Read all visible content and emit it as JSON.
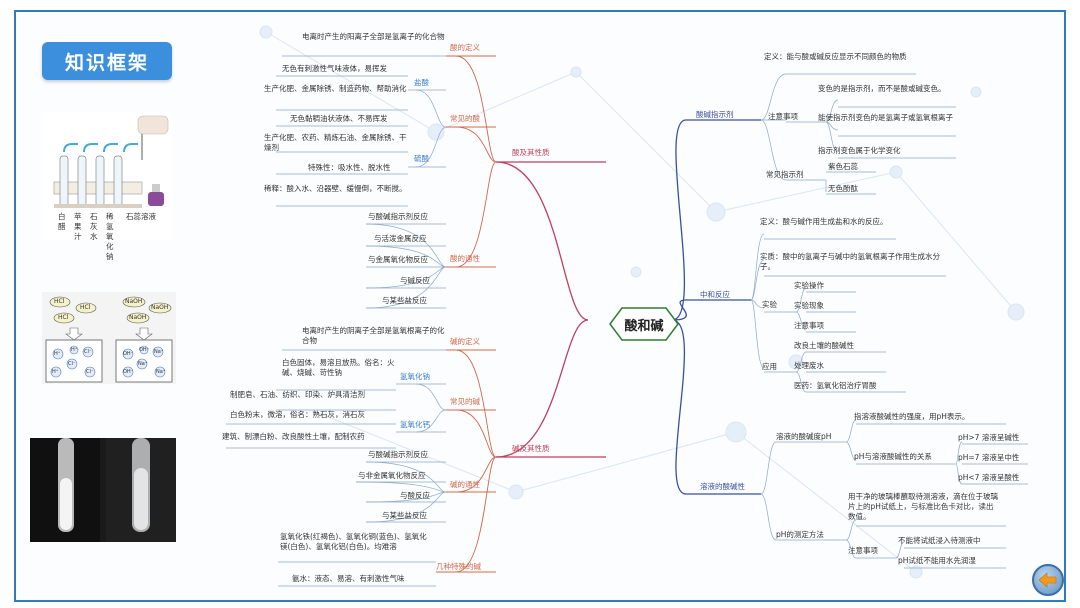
{
  "title": "知识框架",
  "center": "酸和碱",
  "images": {
    "tubes_labels": [
      "白醋",
      "苹果汁",
      "石灰水",
      "稀氢氧化钠",
      "石蕊溶液"
    ],
    "beaker_left": {
      "top": [
        "HCl",
        "HCl",
        "HCl"
      ],
      "bottom": [
        "H⁺",
        "Cl⁻",
        "Cl⁻",
        "H⁺",
        "Cl⁻",
        "H⁺"
      ]
    },
    "beaker_right": {
      "top": [
        "NaOH",
        "NaOH",
        "NaOH"
      ],
      "bottom": [
        "OH⁻",
        "Na⁺",
        "Na⁺",
        "OH⁻",
        "Na⁺",
        "OH⁻"
      ]
    }
  },
  "left": {
    "acid_branch": "酸及其性质",
    "acid_def_label": "酸的定义",
    "acid_def": "电离时产生的阳离子全部是氢离子的化合物",
    "common_acid": "常见的酸",
    "hcl": "盐酸",
    "hcl_1": "无色有刺激性气味液体，易挥发",
    "hcl_2": "生产化肥、金属除锈、制造药物、帮助消化",
    "h2so4": "硫酸",
    "h2so4_1": "无色黏稠油状液体、不易挥发",
    "h2so4_2": "生产化肥、农药、精炼石油、金属除锈、干燥剂",
    "h2so4_3": "特殊性：吸水性、脱水性",
    "h2so4_4": "稀释：酸入水、沿器壁、缓慢倒，不断搅。",
    "acid_common": "酸的通性",
    "acid_props": [
      "与酸碱指示剂反应",
      "与活泼金属反应",
      "与金属氧化物反应",
      "与碱反应",
      "与某些盐反应"
    ],
    "base_branch": "碱及其性质",
    "base_def_label": "碱的定义",
    "base_def": "电离时产生的阴离子全部是氢氧根离子的化合物",
    "common_base": "常见的碱",
    "naoh": "氢氧化钠",
    "naoh_1": "白色固体，易溶且放热。俗名：火碱、烧碱、苛性钠",
    "naoh_2": "制肥皂、石油、纺织、印染、炉具清洁剂",
    "caoh": "氢氧化钙",
    "caoh_1": "白色粉末，微溶，俗名：熟石灰，消石灰",
    "caoh_2": "建筑、制漂白粉、改良酸性土壤，配制农药",
    "base_common": "碱的通性",
    "base_props": [
      "与酸碱指示剂反应",
      "与非金属氧化物反应",
      "与酸反应",
      "与某些盐反应"
    ],
    "special_base": "几种特殊的碱",
    "special_1": "氢氧化铁(红褐色)、氢氧化铜(蓝色)、氢氧化镁(白色)、氢氧化铝(白色)。均难溶",
    "special_2": "氨水：液态、易溶、有刺激性气味"
  },
  "right": {
    "indicator": "酸碱指示剂",
    "ind_def": "定义：能与酸或碱反应显示不同颜色的物质",
    "notice": "注意事项",
    "ind_n1": "变色的是指示剂，而不是酸或碱变色。",
    "ind_n2": "能使指示剂变色的是氢离子或氢氧根离子",
    "ind_n3": "指示剂变色属于化学变化",
    "common_ind": "常见指示剂",
    "ind_c1": "紫色石蕊",
    "ind_c2": "无色酚酞",
    "neutral": "中和反应",
    "neu_def": "定义：酸与碱作用生成盐和水的反应。",
    "neu_essence": "实质：酸中的氢离子与碱中的氢氧根离子作用生成水分子。",
    "experiment": "实验",
    "exp_items": [
      "实验操作",
      "实验现象",
      "注意事项"
    ],
    "application": "应用",
    "app_items": [
      "改良土壤的酸碱性",
      "处理废水",
      "医药：氢氧化铝治疗胃酸"
    ],
    "solution": "溶液的酸碱性",
    "ph_label": "溶液的酸碱度pH",
    "ph_def": "指溶液酸碱性的强度，用pH表示。",
    "ph_rel": "pH与溶液酸碱性的关系",
    "ph_items": [
      "pH>7 溶液呈碱性",
      "pH=7 溶液呈中性",
      "pH<7 溶液呈酸性"
    ],
    "ph_method": "pH的测定方法",
    "ph_m1": "用干净的玻璃棒蘸取待测溶液，滴在位于玻璃片上的pH试纸上，与标准比色卡对比，读出数值。",
    "ph_notice": "注意事项",
    "ph_n1": "不能将试纸浸入待测液中",
    "ph_n2": "pH试纸不能用水先润湿"
  },
  "colors": {
    "acid": "#d2694a",
    "base": "#c0405a",
    "right": "#3a4fa0",
    "frame": "#2f7db6",
    "title_bg": "#3c8fdc"
  }
}
